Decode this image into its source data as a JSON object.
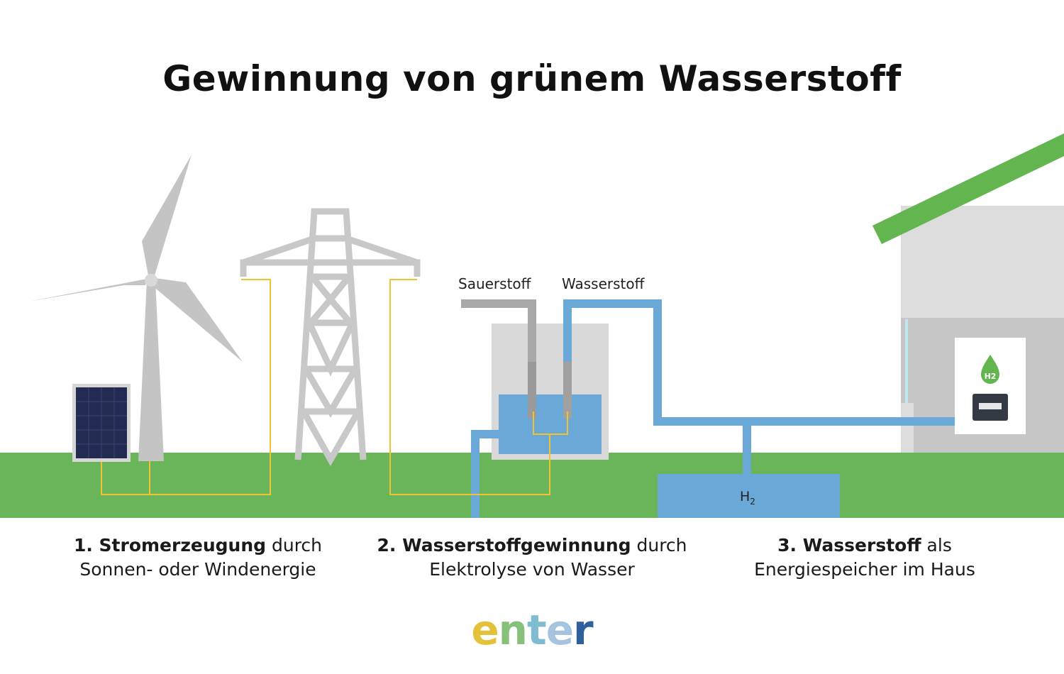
{
  "title": "Gewinnung von grünem Wasserstoff",
  "labels": {
    "oxygen": "Sauerstoff",
    "hydrogen": "Wasserstoff",
    "tank_main": "H",
    "tank_sub": "2",
    "device_badge": "H2"
  },
  "steps": [
    {
      "bold": "1. Stromerzeugung",
      "rest": " durch",
      "line2": "Sonnen- oder Windenergie"
    },
    {
      "bold": "2. Wasserstoffgewinnung",
      "rest": " durch",
      "line2": "Elektrolyse von Wasser"
    },
    {
      "bold": "3. Wasserstoff",
      "rest": " als",
      "line2": "Energiespeicher im Haus"
    }
  ],
  "logo": {
    "l1": "e",
    "l2": "n",
    "l3": "t",
    "l4": "e",
    "l5": "r"
  },
  "colors": {
    "ground": "#6ab55a",
    "pipe_blue": "#6aa8d8",
    "water": "#6aa8d8",
    "gray_structure": "#c8c8c8",
    "wire_yellow": "#f2c230",
    "roof_green": "#62b54f",
    "solar_panel": "#242b52",
    "logo_e": "#e3c23a",
    "logo_n": "#86c07a",
    "logo_t": "#7fbbd1",
    "logo_e2": "#a6c4e0",
    "logo_r": "#2f5f9c"
  }
}
